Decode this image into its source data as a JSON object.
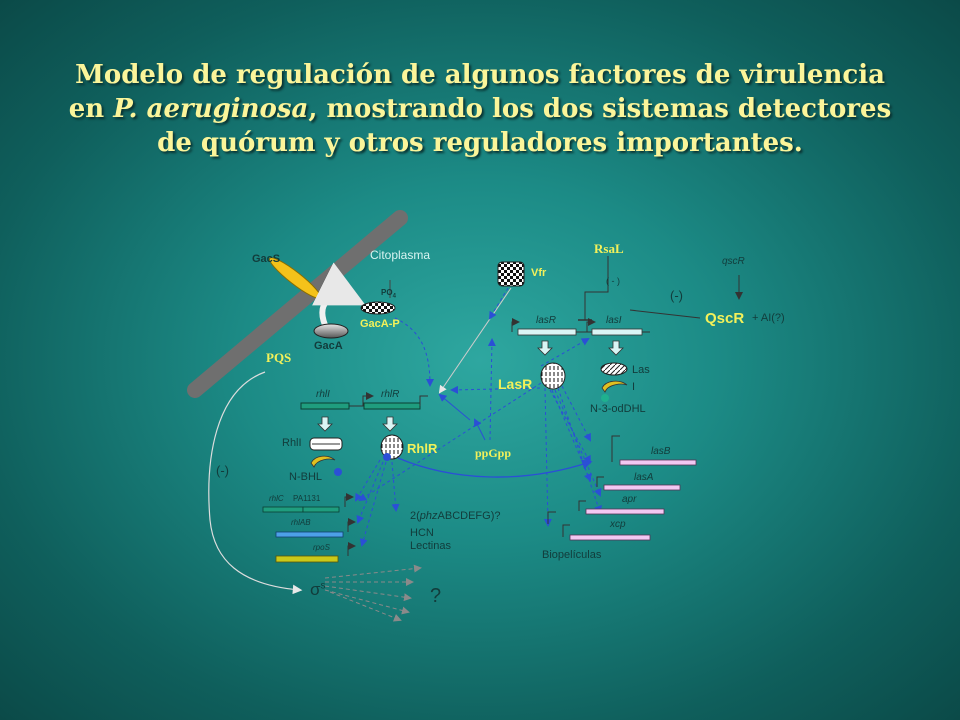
{
  "title": {
    "line1": "Modelo de regulación de algunos factores de virulencia",
    "line2_pre": "en ",
    "line2_italic": "P. aeruginosa",
    "line2_post": ", mostrando los dos sistemas detectores",
    "line3": "de quórum y otros reguladores importantes."
  },
  "labels": {
    "gacs": "GacS",
    "citoplasma": "Citoplasma",
    "po4": "PO",
    "po4_sub": "4",
    "gaca_p": "GacA-P",
    "gaca": "GacA",
    "pqs": "PQS",
    "rhli_gene": "rhlI",
    "rhlr_gene": "rhlR",
    "rhli_protein": "RhlI",
    "nbhl": "N-BHL",
    "rhlr_protein": "RhlR",
    "minus_left": "(-)",
    "rhlc": "rhlC",
    "pa1131": "PA1131",
    "rhlab": "rhlAB",
    "rpos": "rpoS",
    "sigma": "σ",
    "sigma_sup": "s",
    "question": "?",
    "phz": "2(phzABCDEFG)?",
    "phz_italic": "phz",
    "hcn": "HCN",
    "lectinas": "Lectinas",
    "ppgpp": "ppGpp",
    "vfr": "Vfr",
    "rsal": "RsaL",
    "minus_rsal": "( - )",
    "minus_qscr": "(-)",
    "qscr_gene": "qscR",
    "qscr_protein": "QscR",
    "ai": "+ AI(?)",
    "lasr_gene": "lasR",
    "lasi_gene": "lasI",
    "lasr_protein": "LasR",
    "lasi_protein_1": "Las",
    "lasi_protein_2": "I",
    "n3oddhl": "N-3-odDHL",
    "lasb": "lasB",
    "lasa": "lasA",
    "apr": "apr",
    "xcp": "xcp",
    "biopeliculas": "Biopelículas"
  },
  "colors": {
    "title": "#fbf59a",
    "highlight_yellow": "#f3f15a",
    "arrow_blue": "#2b4fd6",
    "gene_teal": "#1f9d7e",
    "gene_light": "#d9f5f5",
    "gene_pink": "#f2c8f2",
    "membrane": "#6f6f6f",
    "gacs_yellow": "#f4c21a"
  }
}
